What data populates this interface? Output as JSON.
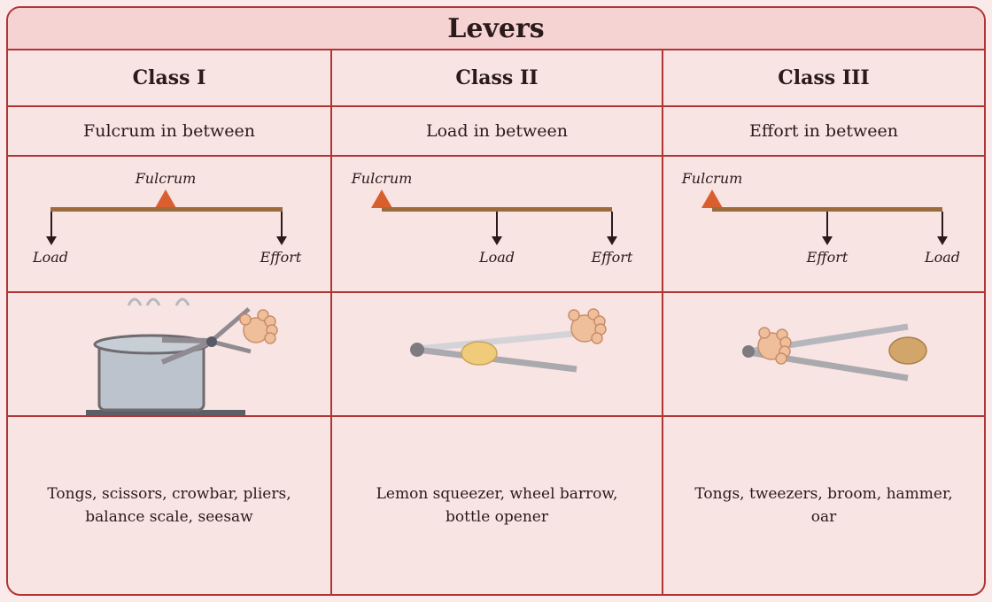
{
  "title": "Levers",
  "columns": [
    {
      "heading": "Class I",
      "subheading": "Fulcrum in between",
      "labels": {
        "top": "Fulcrum",
        "left": "Load",
        "right": "Effort"
      },
      "examples": "Tongs, scissors, crowbar, pliers, balance scale, seesaw",
      "illustration": "pot-with-tongs-icon"
    },
    {
      "heading": "Class II",
      "subheading": "Load in between",
      "labels": {
        "fulcrum": "Fulcrum",
        "middle": "Load",
        "right": "Effort"
      },
      "examples": "Lemon squeezer, wheel barrow, bottle opener",
      "illustration": "lemon-squeezer-icon"
    },
    {
      "heading": "Class III",
      "subheading": "Effort in between",
      "labels": {
        "fulcrum": "Fulcrum",
        "middle": "Effort",
        "right": "Load"
      },
      "examples": "Tongs, tweezers, broom, hammer, oar",
      "illustration": "tweezers-icon"
    }
  ],
  "colors": {
    "border": "#b03535",
    "background": "#f9e4e4",
    "title_background": "#f6d3d3",
    "fulcrum": "#d95f2e",
    "beam": "#9c6b3c",
    "arrow": "#2a1a1a"
  }
}
